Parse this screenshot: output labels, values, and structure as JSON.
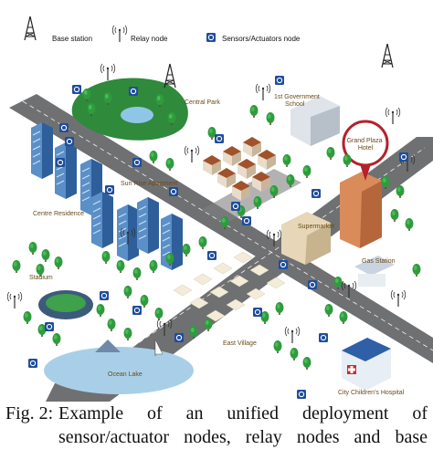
{
  "legend": {
    "base_station": "Base station",
    "relay_node": "Relay node",
    "sensor_node": "Sensors/Actuators node"
  },
  "places": {
    "central_park": "Central Park",
    "government_school": "1st Government\nSchool",
    "grand_plaza": "Grand Plaza\nHotel",
    "apartment": "Sun Rise Apartment",
    "center_residence": "Centre Residence",
    "supermarket": "Supermarket",
    "gas_station": "Gas Station",
    "stadium": "Stadium",
    "east_village": "East Village",
    "lake": "Ocean Lake",
    "hospital": "City Children's Hospital"
  },
  "caption": {
    "figure": "Fig. 2:",
    "line1": "Example of an unified deployment of",
    "line2": "sensor/actuator nodes, relay nodes and base"
  },
  "colors": {
    "road": "#6f7072",
    "grass": "#2f8a3c",
    "tree": "#2e9b3e",
    "sensor": "#1f4e9a",
    "lake": "#a9cfe8",
    "hotel_ring": "#b4222b"
  }
}
